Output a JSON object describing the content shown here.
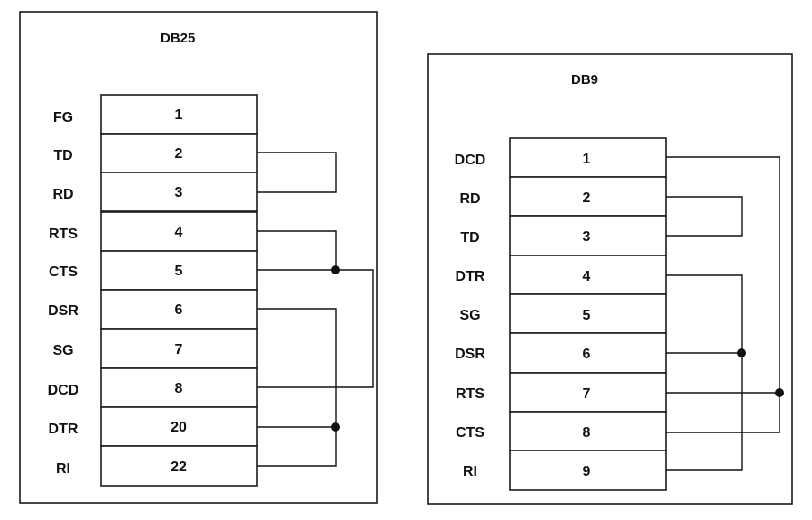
{
  "db25": {
    "title": "DB25",
    "pins": [
      {
        "label": "FG",
        "num": "1"
      },
      {
        "label": "TD",
        "num": "2"
      },
      {
        "label": "RD",
        "num": "3"
      },
      {
        "label": "RTS",
        "num": "4"
      },
      {
        "label": "CTS",
        "num": "5"
      },
      {
        "label": "DSR",
        "num": "6"
      },
      {
        "label": "SG",
        "num": "7"
      },
      {
        "label": "DCD",
        "num": "8"
      },
      {
        "label": "DTR",
        "num": "20"
      },
      {
        "label": "RI",
        "num": "22"
      }
    ]
  },
  "db9": {
    "title": "DB9",
    "pins": [
      {
        "label": "DCD",
        "num": "1"
      },
      {
        "label": "RD",
        "num": "2"
      },
      {
        "label": "TD",
        "num": "3"
      },
      {
        "label": "DTR",
        "num": "4"
      },
      {
        "label": "SG",
        "num": "5"
      },
      {
        "label": "DSR",
        "num": "6"
      },
      {
        "label": "RTS",
        "num": "7"
      },
      {
        "label": "CTS",
        "num": "8"
      },
      {
        "label": "RI",
        "num": "9"
      }
    ]
  }
}
